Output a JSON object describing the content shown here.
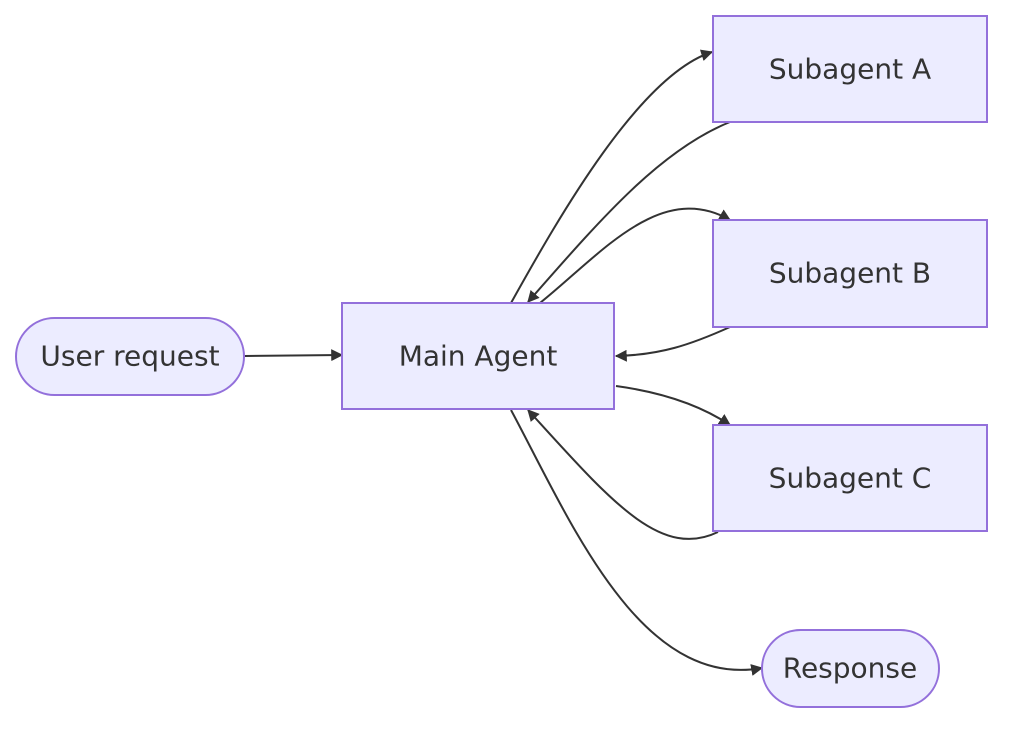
{
  "nodes": {
    "user_request": "User request",
    "main_agent": "Main Agent",
    "subagent_a": "Subagent A",
    "subagent_b": "Subagent B",
    "subagent_c": "Subagent C",
    "response": "Response"
  },
  "edges": [
    {
      "from": "user_request",
      "to": "main_agent"
    },
    {
      "from": "main_agent",
      "to": "subagent_a"
    },
    {
      "from": "subagent_a",
      "to": "main_agent"
    },
    {
      "from": "main_agent",
      "to": "subagent_b"
    },
    {
      "from": "subagent_b",
      "to": "main_agent"
    },
    {
      "from": "main_agent",
      "to": "subagent_c"
    },
    {
      "from": "subagent_c",
      "to": "main_agent"
    },
    {
      "from": "main_agent",
      "to": "response"
    }
  ],
  "colors": {
    "node_fill": "#ECECFF",
    "node_stroke": "#9370DB",
    "edge": "#333333",
    "text": "#333333"
  }
}
